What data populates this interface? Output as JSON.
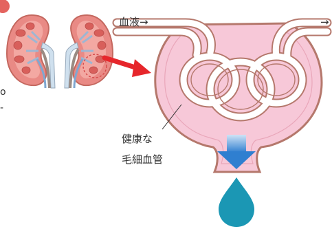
{
  "labels": {
    "blood_in": "血液→",
    "blood_out": "→",
    "capillary_line1": "健康な",
    "capillary_line2": "毛細血管",
    "edge_mark_top": "o",
    "edge_mark_bottom": "-"
  },
  "icons": {
    "kidney_left": "kidney-cross-section-icon",
    "kidney_right": "kidney-cross-section-icon",
    "zoom_arrow": "red-arrow-icon",
    "filter_arrow": "blue-down-arrow-icon",
    "urine_drop": "water-drop-icon"
  },
  "colors": {
    "capsule_fill": "#f7c8d8",
    "capsule_outline": "#b5786c",
    "kidney_fill": "#e98a85",
    "kidney_outline": "#c4685f",
    "arrow_red": "#e6262b",
    "flow_blue": "#4a90d9",
    "drop_teal": "#1b97b4",
    "badge_red": "#e4635e"
  }
}
